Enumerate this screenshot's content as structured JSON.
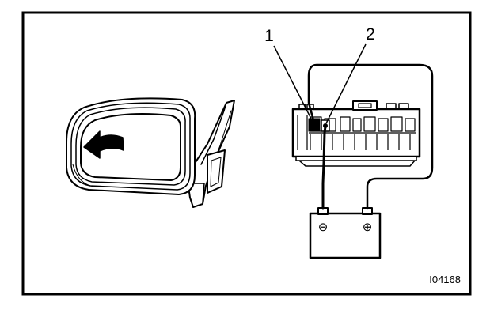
{
  "diagram": {
    "callouts": {
      "one": "1",
      "two": "2"
    },
    "battery": {
      "negative_symbol": "⊖",
      "positive_symbol": "⊕"
    },
    "figure_code": "I04168",
    "icons": {
      "direction_arrow": "curved-arrow-left-icon"
    },
    "colors": {
      "ink": "#000000",
      "paper": "#ffffff"
    }
  }
}
